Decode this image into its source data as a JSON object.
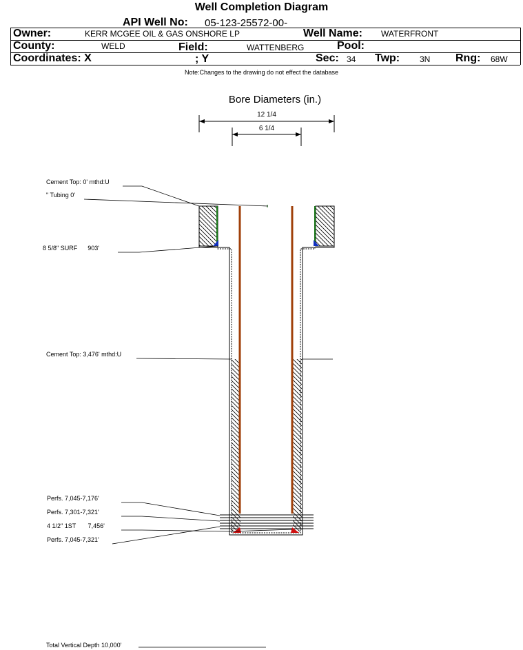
{
  "header": {
    "title": "Well Completion Diagram",
    "api_label": "API Well No:",
    "api_value": "05-123-25572-00-",
    "owner_label": "Owner:",
    "owner_value": "KERR MCGEE OIL & GAS ONSHORE LP",
    "well_name_label": "Well Name:",
    "well_name_value": "WATERFRONT",
    "county_label": "County:",
    "county_value": "WELD",
    "field_label": "Field:",
    "field_value": "WATTENBERG",
    "pool_label": "Pool:",
    "coord_x_label": "Coordinates: X",
    "coord_y_label": "; Y",
    "sec_label": "Sec:",
    "sec_value": "34",
    "twp_label": "Twp:",
    "twp_value": "3N",
    "rng_label": "Rng:",
    "rng_value": "68W",
    "note": "Note:Changes to the drawing do not effect the database"
  },
  "diagram": {
    "bore_title": "Bore Diameters (in.)",
    "bore_diameters": [
      "12 1/4",
      "6 1/4"
    ],
    "labels": {
      "cement_top_surface": "Cement Top: 0' mthd:U",
      "tubing": "\" Tubing 0'",
      "surface_casing": "8 5/8\" SURF      903'",
      "cement_top_production": "Cement Top: 3,476' mthd:U",
      "perfs_1": "Perfs. 7,045-7,176'",
      "perfs_2": "Perfs. 7,301-7,321'",
      "production_casing": "4 1/2\" 1ST       7,456'",
      "perfs_3": "Perfs. 7,045-7,321'",
      "total_depth": "Total Vertical Depth 10,000'"
    },
    "colors": {
      "tubing": "#a0400a",
      "surface_inner": "#1a7a1a",
      "shoe_blue": "#1030c0",
      "shoe_red": "#d01010"
    }
  }
}
